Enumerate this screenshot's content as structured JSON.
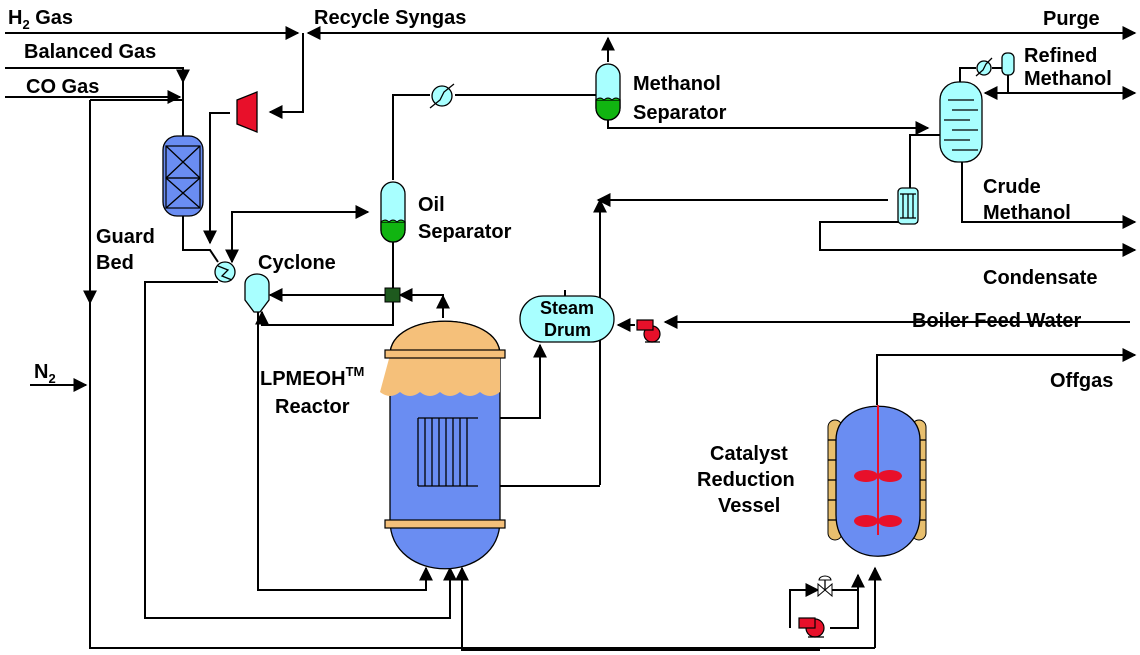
{
  "labels": {
    "h2_gas": "H",
    "h2_sub": "2",
    "h2_gas_suffix": " Gas",
    "balanced_gas": "Balanced Gas",
    "co_gas": "CO Gas",
    "recycle_syngas": "Recycle Syngas",
    "purge": "Purge",
    "refined_methanol_1": "Refined",
    "refined_methanol_2": "Methanol",
    "methanol_separator_1": "Methanol",
    "methanol_separator_2": "Separator",
    "guard_bed_1": "Guard",
    "guard_bed_2": "Bed",
    "oil_separator_1": "Oil",
    "oil_separator_2": "Separator",
    "cyclone": "Cyclone",
    "crude_methanol_1": "Crude",
    "crude_methanol_2": "Methanol",
    "condensate": "Condensate",
    "steam_drum_1": "Steam",
    "steam_drum_2": "Drum",
    "boiler_feed_water": "Boiler Feed Water",
    "n2": "N",
    "n2_sub": "2",
    "reactor_1": "LPMEOH",
    "reactor_tm": "TM",
    "reactor_2": "Reactor",
    "offgas": "Offgas",
    "catalyst_1": "Catalyst",
    "catalyst_2": "Reduction",
    "catalyst_3": "Vessel"
  },
  "colors": {
    "vessel_blue": "#6a8df2",
    "vessel_cyan": "#a8ffff",
    "liquid_green": "#11b411",
    "reactor_top": "#f5c07a",
    "compressor_red": "#e8102a",
    "pump_red": "#e8102a",
    "coil_gold": "#e8bf6e",
    "junction_green": "#1e5a1e"
  }
}
